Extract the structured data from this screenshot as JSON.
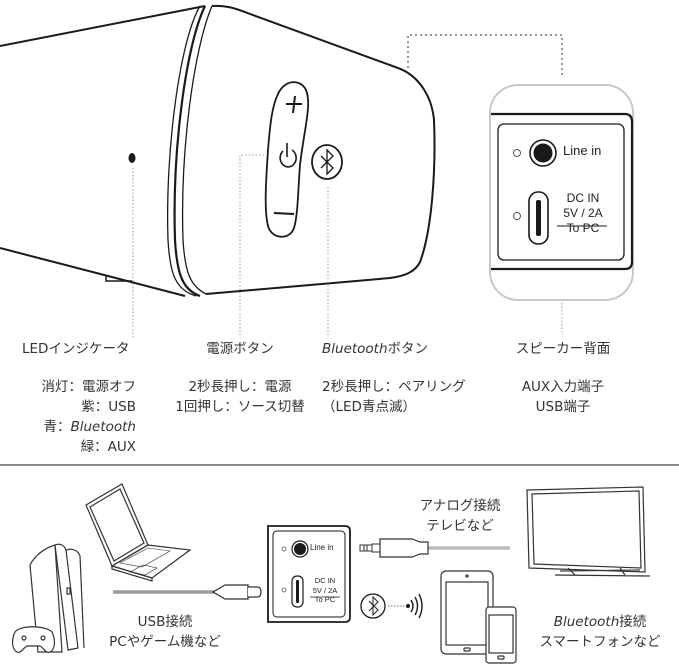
{
  "top_section": {
    "callouts": [
      {
        "id": "led-indicator",
        "title": "LEDインジケータ",
        "lines": [
          {
            "label": "消灯",
            "sep": "：",
            "value": "電源オフ"
          },
          {
            "label": "紫",
            "sep": "：",
            "value": "USB"
          },
          {
            "label": "青",
            "sep": "：",
            "value": "Bluetooth"
          },
          {
            "label": "緑",
            "sep": "：",
            "value": "AUX"
          }
        ]
      },
      {
        "id": "power-button",
        "title": "電源ボタン",
        "lines": [
          "2秒長押し：電源",
          "1回押し：ソース切替"
        ]
      },
      {
        "id": "bluetooth-button",
        "title_italic": "Bluetooth",
        "title_suffix": "ボタン",
        "lines": [
          "2秒長押し：ペアリング",
          "（LED青点滅）"
        ]
      },
      {
        "id": "speaker-rear",
        "title": "スピーカー背面",
        "lines": [
          "AUX入力端子",
          "USB端子"
        ]
      }
    ],
    "speaker_buttons": {
      "plus": "+",
      "minus": "−"
    },
    "rear_panel": {
      "line_in": "Line in",
      "dc_in": "DC IN",
      "rating": "5V / 2A",
      "to_pc": "To PC"
    }
  },
  "bottom_section": {
    "usb": {
      "line1": "USB接続",
      "line2": "PCやゲーム機など"
    },
    "analog": {
      "line1": "アナログ接続",
      "line2": "テレビなど"
    },
    "bluetooth": {
      "line1_italic": "Bluetooth",
      "line1_suffix": "接続",
      "line2": "スマートフォンなど"
    },
    "rear_panel": {
      "line_in": "Line in",
      "dc_in": "DC IN",
      "rating": "5V / 2A",
      "to_pc": "To PC"
    }
  },
  "colors": {
    "line": "#1a1a1a",
    "cable": "#9a9a9a",
    "divider": "#8c8c8c",
    "dotted": "#999999",
    "frame": "#c8c8c8"
  }
}
